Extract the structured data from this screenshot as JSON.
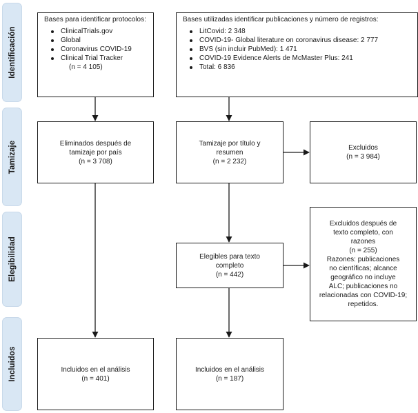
{
  "phases": {
    "identification": "Identificación",
    "screening": "Tamizaje",
    "eligibility": "Elegibilidad",
    "included": "Incluidos"
  },
  "protocols_box": {
    "heading": "Bases para identificar protocolos:",
    "items": [
      "ClinicalTrials.gov",
      "Global",
      "Coronavirus COVID-19",
      "Clinical Trial Tracker"
    ],
    "count": "(n = 4 105)"
  },
  "publications_box": {
    "heading": "Bases utilizadas identificar publicaciones y número de registros:",
    "items": [
      "LitCovid: 2 348",
      "COVID-19- Global literature on coronavirus disease: 2 777",
      "BVS (sin incluir PubMed): 1 471",
      "COVID-19 Evidence Alerts de McMaster Plus: 241",
      "Total: 6 836"
    ]
  },
  "removed_country_box": {
    "lines": [
      "Eliminados después de",
      "tamizaje por país",
      "(n = 3 708)"
    ]
  },
  "title_abstract_box": {
    "lines": [
      "Tamizaje por título y",
      "resumen",
      "(n = 2 232)"
    ]
  },
  "excluded_box": {
    "lines": [
      "Excluidos",
      "(n = 3 984)"
    ]
  },
  "excluded_fulltext_box": {
    "lines": [
      "Excluidos después de",
      "texto completo, con",
      "razones",
      "(n = 255)",
      "Razones: publicaciones",
      "no científicas; alcance",
      "geográfico no incluye",
      "ALC; publicaciones no",
      "relacionadas con COVID-19;",
      "repetidos."
    ]
  },
  "eligible_box": {
    "lines": [
      "Elegibles para texto",
      "completo",
      "(n = 442)"
    ]
  },
  "included_left_box": {
    "lines": [
      "Incluidos en el análisis",
      "(n = 401)"
    ]
  },
  "included_right_box": {
    "lines": [
      "Incluidos en el análisis",
      "(n = 187)"
    ]
  }
}
